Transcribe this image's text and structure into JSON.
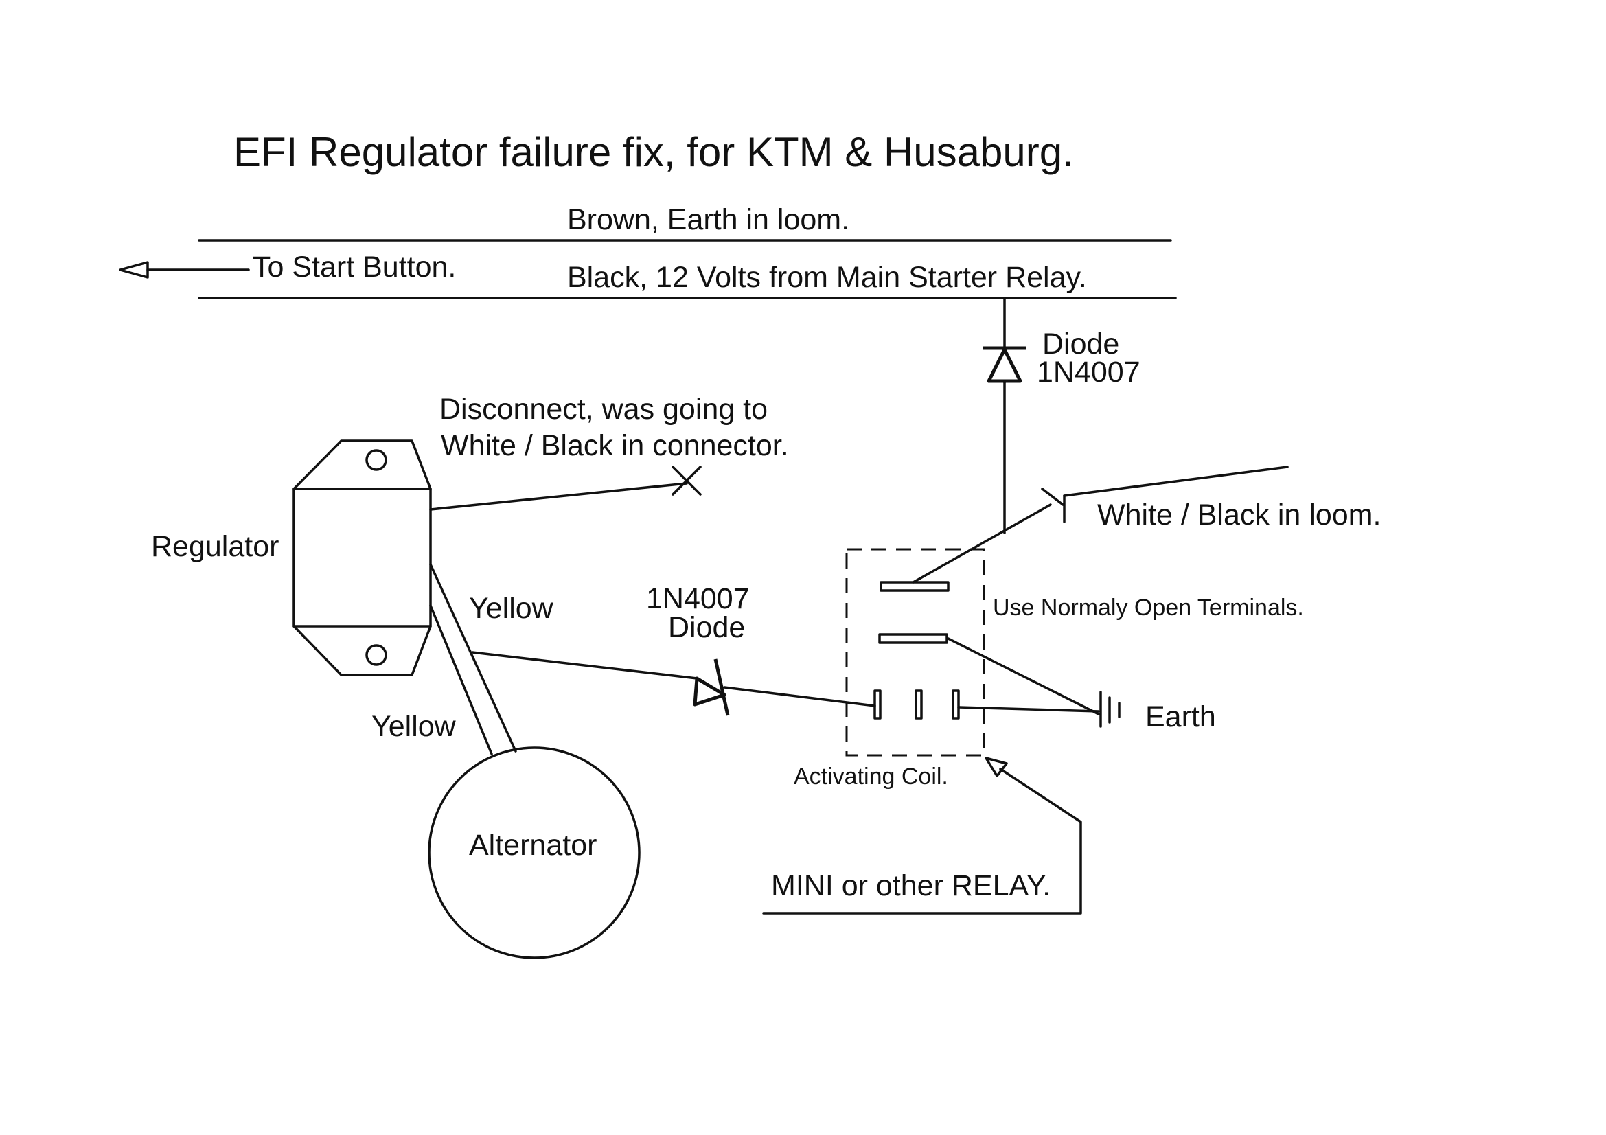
{
  "title": "EFI Regulator failure fix, for KTM & Husaburg.",
  "wires": {
    "brown": "Brown, Earth in loom.",
    "black": "Black, 12 Volts from Main Starter Relay.",
    "start_button": "To Start Button.",
    "white_black_loom": "White / Black in loom.",
    "yellow_upper": "Yellow",
    "yellow_lower": "Yellow"
  },
  "components": {
    "regulator": "Regulator",
    "alternator": "Alternator",
    "disconnect_line1": "Disconnect, was going to",
    "disconnect_line2": "White / Black in connector.",
    "diode_top_line1": "Diode",
    "diode_top_line2": "1N4007",
    "diode_mid_line1": "1N4007",
    "diode_mid_line2": "Diode",
    "relay_terminals": "Use Normaly Open Terminals.",
    "activating_coil": "Activating Coil.",
    "relay": "MINI or other RELAY.",
    "earth": "Earth"
  }
}
